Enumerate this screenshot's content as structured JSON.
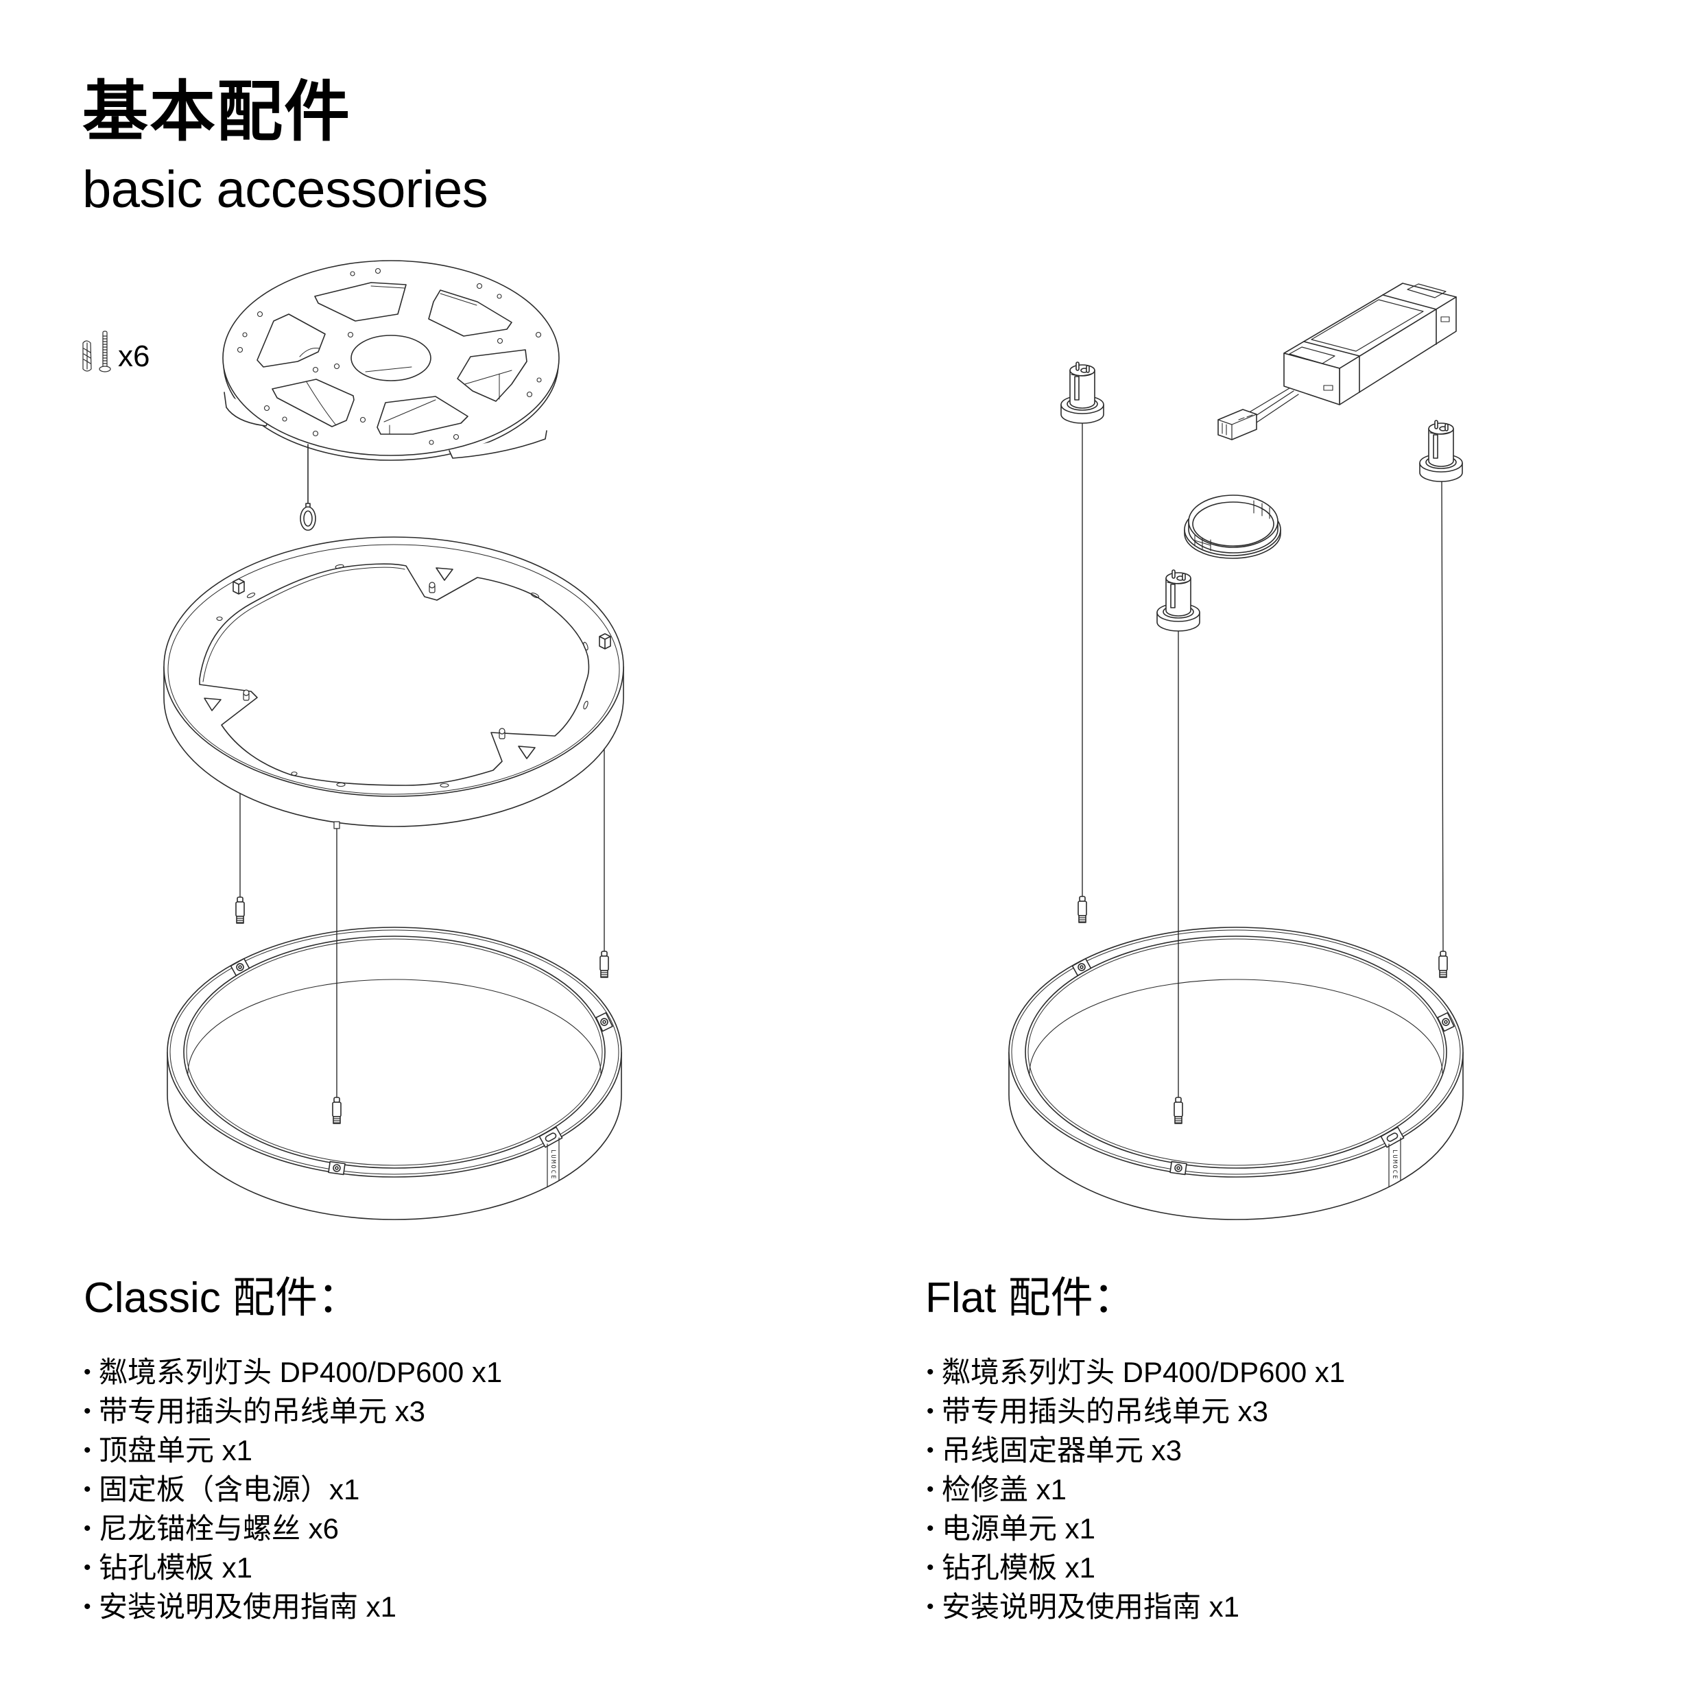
{
  "header": {
    "title_zh": "基本配件",
    "title_en": "basic accessories"
  },
  "hardware_pack": {
    "quantity_label": "x6",
    "icons": [
      "nylon-anchor-icon",
      "screw-icon"
    ]
  },
  "diagram": {
    "lamp_ring_mark": "LUMOCE",
    "classic_parts": [
      "ceiling-plate",
      "mounting-plate-ring",
      "suspension-cables-with-plugs",
      "lamp-ring"
    ],
    "flat_parts": [
      "cable-holders",
      "power-supply-unit",
      "access-cover",
      "suspension-cables-with-plugs",
      "lamp-ring"
    ]
  },
  "sections": [
    {
      "id": "classic",
      "heading": "Classic 配件：",
      "bullet": "•",
      "items": [
        "粼境系列灯头 DP400/DP600 x1",
        "带专用插头的吊线单元 x3",
        "顶盘单元 x1",
        "固定板（含电源）x1",
        "尼龙锚栓与螺丝 x6",
        "钻孔模板 x1",
        "安装说明及使用指南 x1"
      ]
    },
    {
      "id": "flat",
      "heading": "Flat 配件：",
      "bullet": "•",
      "items": [
        "粼境系列灯头 DP400/DP600 x1",
        "带专用插头的吊线单元 x3",
        "吊线固定器单元 x3",
        "检修盖 x1",
        "电源单元 x1",
        "钻孔模板 x1",
        "安装说明及使用指南 x1"
      ]
    }
  ],
  "colors": {
    "background": "#ffffff",
    "text": "#000000",
    "line_art": "#2b2b2b"
  }
}
